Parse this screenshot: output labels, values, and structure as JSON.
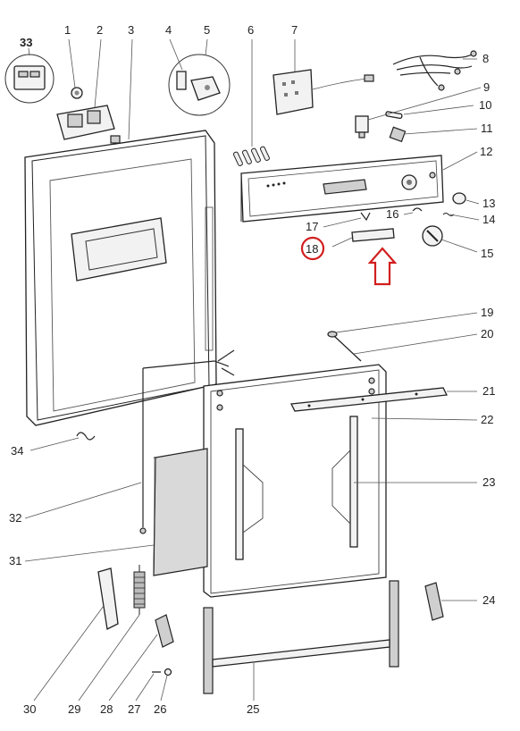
{
  "diagram": {
    "part_numbers": [
      "1",
      "2",
      "3",
      "4",
      "5",
      "6",
      "7",
      "8",
      "9",
      "10",
      "11",
      "12",
      "13",
      "14",
      "15",
      "16",
      "17",
      "18",
      "19",
      "20",
      "21",
      "22",
      "23",
      "24",
      "25",
      "26",
      "27",
      "28",
      "29",
      "30",
      "31",
      "32",
      "33",
      "34"
    ],
    "highlighted_part": "18",
    "highlight_color": "#d21e1e",
    "line_color": "#222222"
  }
}
